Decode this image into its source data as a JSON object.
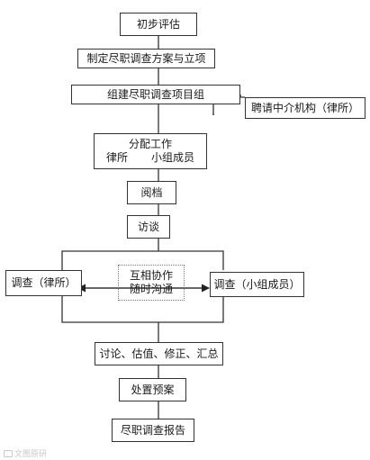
{
  "flowchart": {
    "step_initial_assessment": "初步评估",
    "step_plan": "制定尽职调查方案与立项",
    "step_team": "组建尽职调查项目组",
    "step_hire_intermediary": "聘请中介机构（律所）",
    "step_assign": {
      "title": "分配工作",
      "left": "律所",
      "right": "小组成员"
    },
    "step_review_files": "阅档",
    "step_interview": "访谈",
    "step_investigate_law_firm": "调查（律所）",
    "step_collaborate": {
      "line1": "互相协作",
      "line2": "随时沟通"
    },
    "step_investigate_team": "调查（小组成员）",
    "step_discuss": "讨论、估值、修正、汇总",
    "step_plan_handling": "处置预案",
    "step_report": "尽职调查报告"
  },
  "watermark": "文图原研"
}
